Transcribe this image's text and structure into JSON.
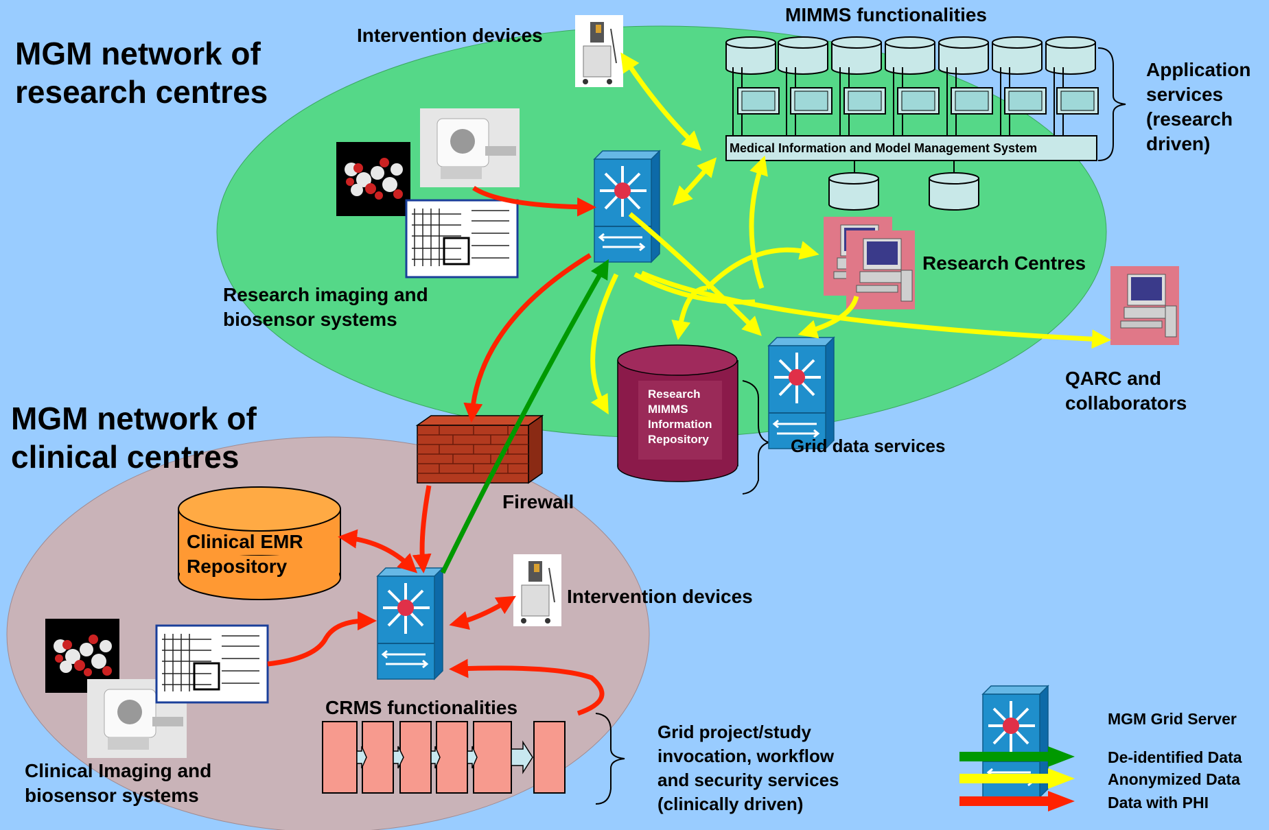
{
  "titles": {
    "research_network": "MGM network of\nresearch centres",
    "clinical_network": "MGM network of\nclinical centres"
  },
  "labels": {
    "intervention_devices_top": "Intervention devices",
    "mimms_functionalities": "MIMMS functionalities",
    "application_services": "Application\nservices\n(research\ndriven)",
    "mimms_bar": "Medical Information and Model Management System",
    "research_imaging": "Research imaging and\nbiosensor systems",
    "research_centres": "Research Centres",
    "qarc": "QARC and\ncollaborators",
    "repository": "Research\nMIMMS\nInformation\nRepository",
    "grid_data_services": "Grid data services",
    "firewall": "Firewall",
    "clinical_emr": "Clinical EMR\nRepository",
    "intervention_devices_bottom": "Intervention devices",
    "crms_functionalities": "CRMS functionalities",
    "clinical_imaging": "Clinical Imaging and\nbiosensor systems",
    "grid_project": "Grid project/study\ninvocation, workflow\nand security services\n(clinically driven)"
  },
  "legend": {
    "server": "MGM Grid Server",
    "deidentified": "De-identified Data",
    "anonymized": "Anonymized Data",
    "phi": "Data with PHI"
  },
  "colors": {
    "background": "#99ccff",
    "research_zone": "#55d888",
    "clinical_zone": "#c9b3b8",
    "deidentified": "#009900",
    "anonymized": "#ffff00",
    "phi": "#ff2200",
    "server": "#1f8fcc",
    "repository": "#8b1a4a",
    "emr": "#ff9933",
    "firewall": "#b33a1f",
    "crms_box": "#f79a8e"
  }
}
